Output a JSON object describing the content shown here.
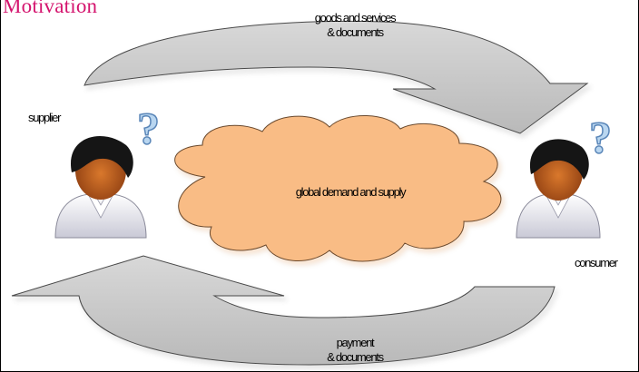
{
  "slide": {
    "title": "Motivation"
  },
  "arrows": {
    "top": {
      "line1": "goods and services",
      "line2": "& documents"
    },
    "bottom": {
      "line1": "payment",
      "line2": "& documents"
    }
  },
  "actors": {
    "supplier": {
      "label": "supplier"
    },
    "consumer": {
      "label": "consumer"
    }
  },
  "cloud": {
    "label": "global demand and supply"
  },
  "question_mark": "?",
  "colors": {
    "title": "#d4146e",
    "arrow_fill": "#cbcbcb",
    "cloud_fill": "#f9bc85",
    "question_mark": "#b9d6f0"
  }
}
